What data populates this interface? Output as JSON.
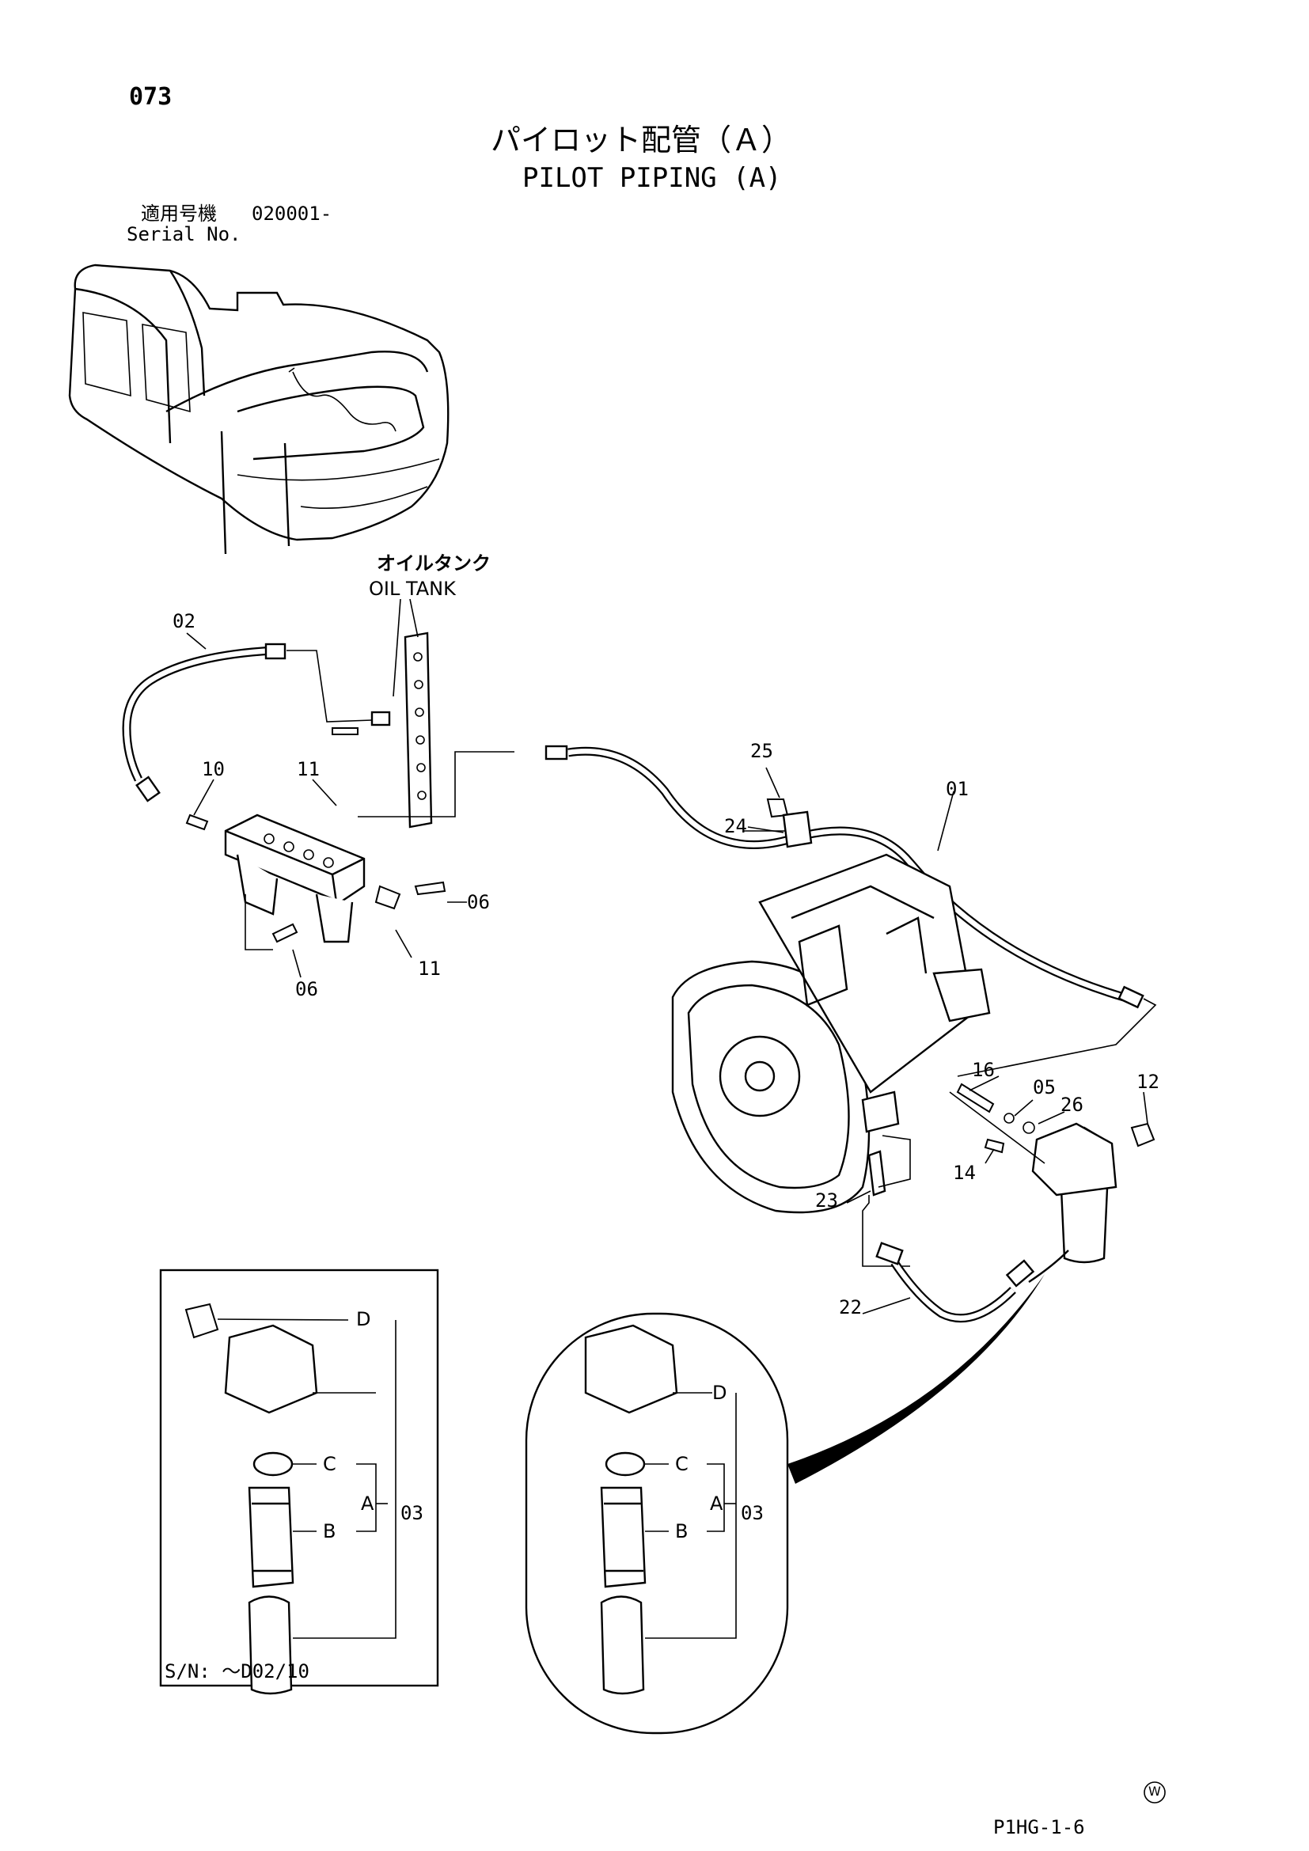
{
  "page": {
    "number": "073",
    "title_jp": "パイロット配管（Ａ）",
    "title_en": "PILOT PIPING (A)",
    "serial_label_jp": "適用号機",
    "serial_value": "020001-",
    "serial_label_en": "Serial No.",
    "footer_code": "P1HG-1-6",
    "footer_mark": "W"
  },
  "callouts": {
    "oil_tank_jp": "オイルタンク",
    "oil_tank_en": "OIL TANK",
    "p01": "01",
    "p02": "02",
    "p05": "05",
    "p06a": "06",
    "p06b": "06",
    "p10": "10",
    "p11a": "11",
    "p11b": "11",
    "p12": "12",
    "p14": "14",
    "p16": "16",
    "p22": "22",
    "p23": "23",
    "p24": "24",
    "p25": "25",
    "p26": "26"
  },
  "box_left": {
    "D": "D",
    "C": "C",
    "A": "A",
    "B": "B",
    "part": "03",
    "serial_note": "S/N: ～D02/10"
  },
  "box_right": {
    "D": "D",
    "C": "C",
    "A": "A",
    "B": "B",
    "part": "03"
  }
}
